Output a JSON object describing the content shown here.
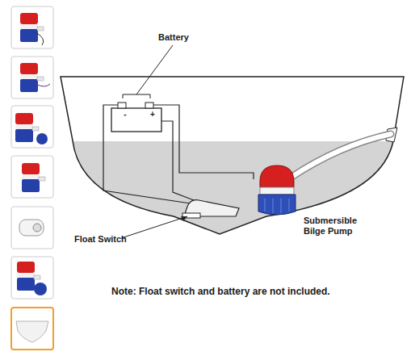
{
  "diagram": {
    "labels": [
      "Battery",
      "-",
      "+",
      "Float Switch",
      "Submersible Bilge Pump",
      "Note: Float switch and battery are not included."
    ]
  }
}
